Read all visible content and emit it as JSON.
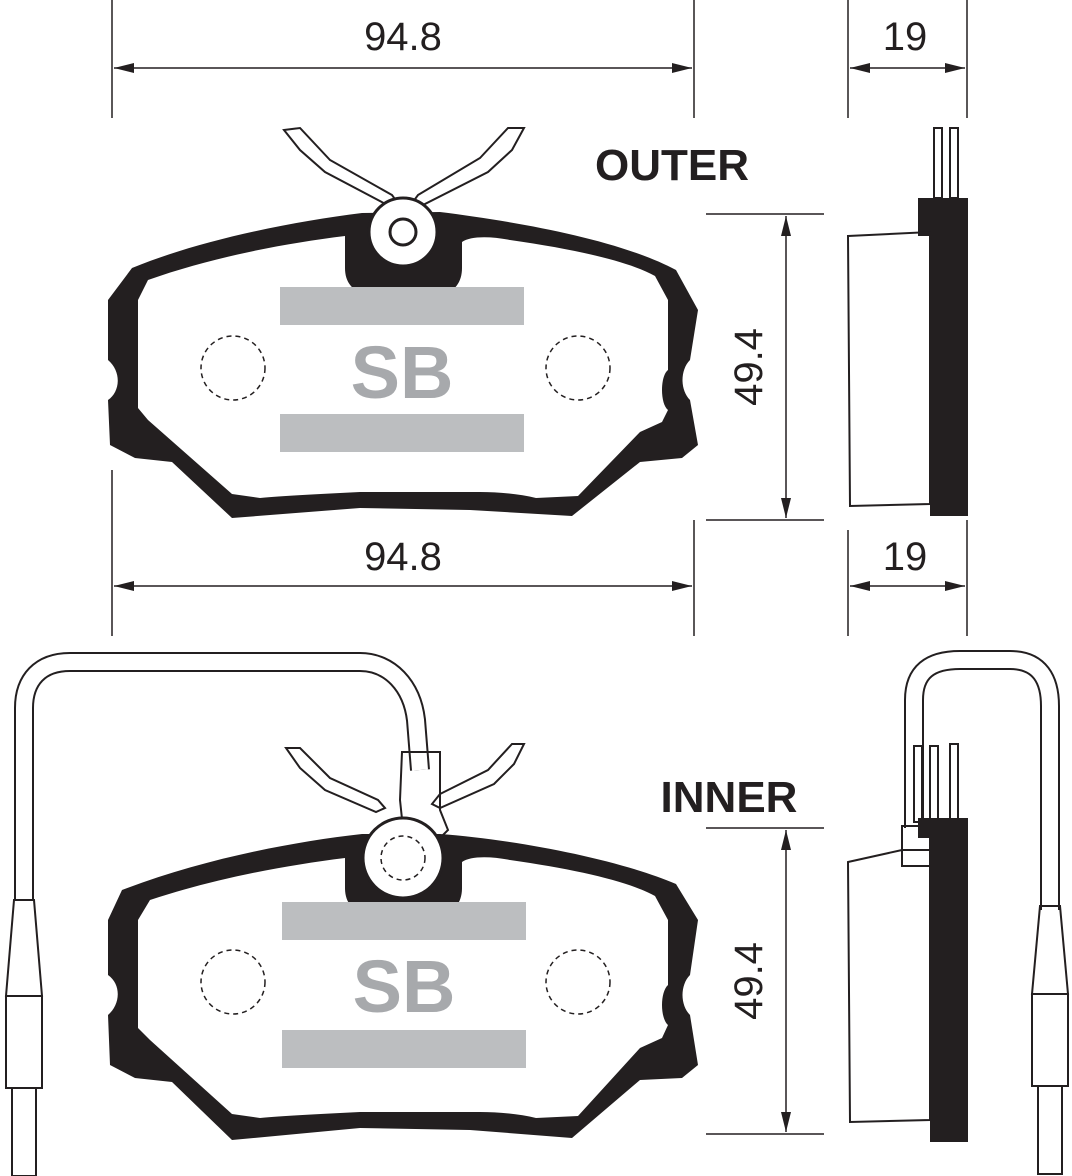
{
  "outer": {
    "label": "OUTER",
    "width_dim": "94.8",
    "height_dim": "49.4",
    "thickness_dim": "19",
    "logo": "SB"
  },
  "inner": {
    "label": "INNER",
    "width_dim": "94.8",
    "height_dim": "49.4",
    "thickness_dim": "19",
    "logo": "SB"
  },
  "colors": {
    "ink": "#231f20",
    "logo_gray": "#a7a9ac",
    "band_gray": "#bcbec0"
  }
}
